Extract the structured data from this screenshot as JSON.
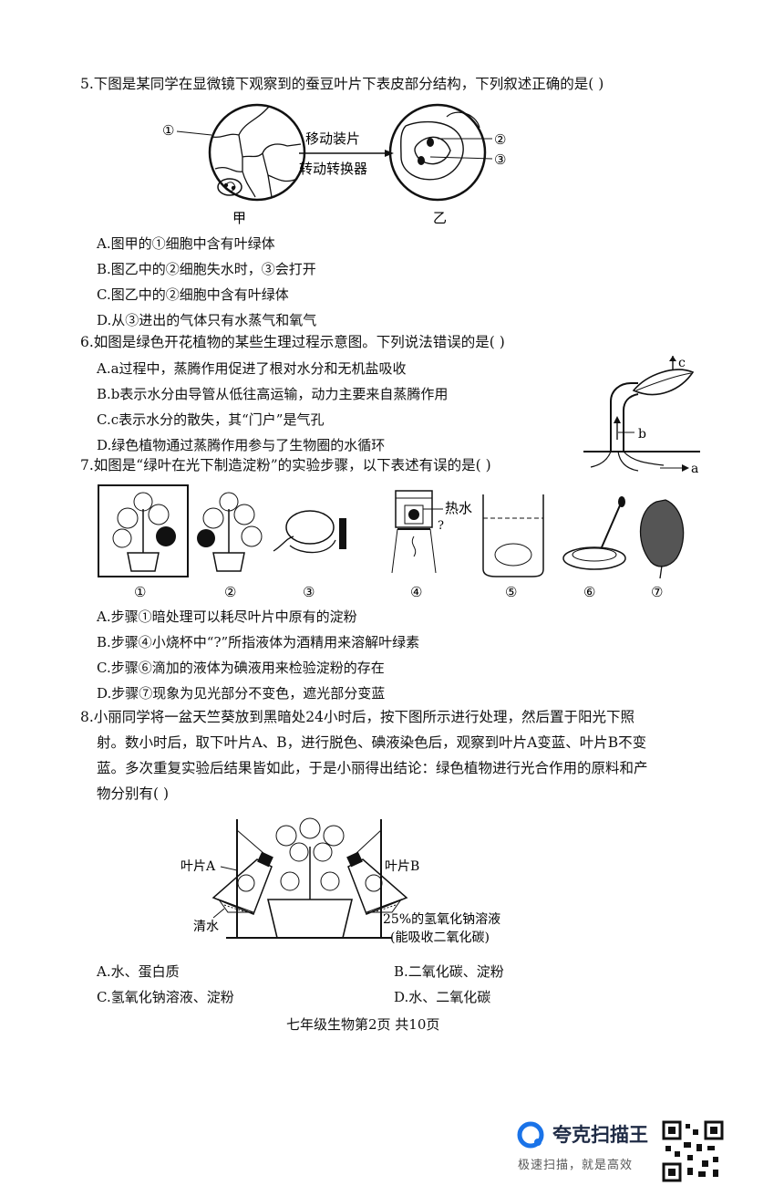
{
  "q5": {
    "stem": "5.下图是某同学在显微镜下观察到的蚕豆叶片下表皮部分结构，下列叙述正确的是(    )",
    "arrow_top": "移动装片",
    "arrow_bottom": "转动转换器",
    "label_1": "①",
    "label_2": "②",
    "label_3": "③",
    "fig_left": "甲",
    "fig_right": "乙",
    "options": [
      "A.图甲的①细胞中含有叶绿体",
      "B.图乙中的②细胞失水时，③会打开",
      "C.图乙中的②细胞中含有叶绿体",
      "D.从③进出的气体只有水蒸气和氧气"
    ]
  },
  "q6": {
    "stem": "6.如图是绿色开花植物的某些生理过程示意图。下列说法错误的是(    )",
    "options": [
      "A.a过程中，蒸腾作用促进了根对水分和无机盐吸收",
      "B.b表示水分由导管从低往高运输，动力主要来自蒸腾作用",
      "C.c表示水分的散失，其“门户”是气孔",
      "D.绿色植物通过蒸腾作用参与了生物圈的水循环"
    ],
    "label_a": "a",
    "label_b": "b",
    "label_c": "c"
  },
  "q7": {
    "stem": "7.如图是“绿叶在光下制造淀粉”的实验步骤，以下表述有误的是(    )",
    "hot_water": "热水",
    "question_mark": "?",
    "steps": [
      "①",
      "②",
      "③",
      "④",
      "⑤",
      "⑥",
      "⑦"
    ],
    "options": [
      "A.步骤①暗处理可以耗尽叶片中原有的淀粉",
      "B.步骤④小烧杯中“?”所指液体为酒精用来溶解叶绿素",
      "C.步骤⑥滴加的液体为碘液用来检验淀粉的存在",
      "D.步骤⑦现象为见光部分不变色，遮光部分变蓝"
    ]
  },
  "q8": {
    "stem_lines": [
      "8.小丽同学将一盆天竺葵放到黑暗处24小时后，按下图所示进行处理，然后置于阳光下照",
      "射。数小时后，取下叶片A、B，进行脱色、碘液染色后，观察到叶片A变蓝、叶片B不变",
      "蓝。多次重复实验后结果皆如此，于是小丽得出结论：绿色植物进行光合作用的原料和产",
      "物分别有(    )"
    ],
    "leaf_a": "叶片A",
    "leaf_b": "叶片B",
    "water": "清水",
    "naoh": "25%的氢氧化钠溶液",
    "naoh_note": "(能吸收二氧化碳)",
    "options": [
      "A.水、蛋白质",
      "B.二氧化碳、淀粉",
      "C.氢氧化钠溶液、淀粉",
      "D.水、二氧化碳"
    ]
  },
  "footer": "七年级生物第2页   共10页",
  "watermark": {
    "name": "夸克扫描王",
    "slogan": "极速扫描，就是高效"
  }
}
